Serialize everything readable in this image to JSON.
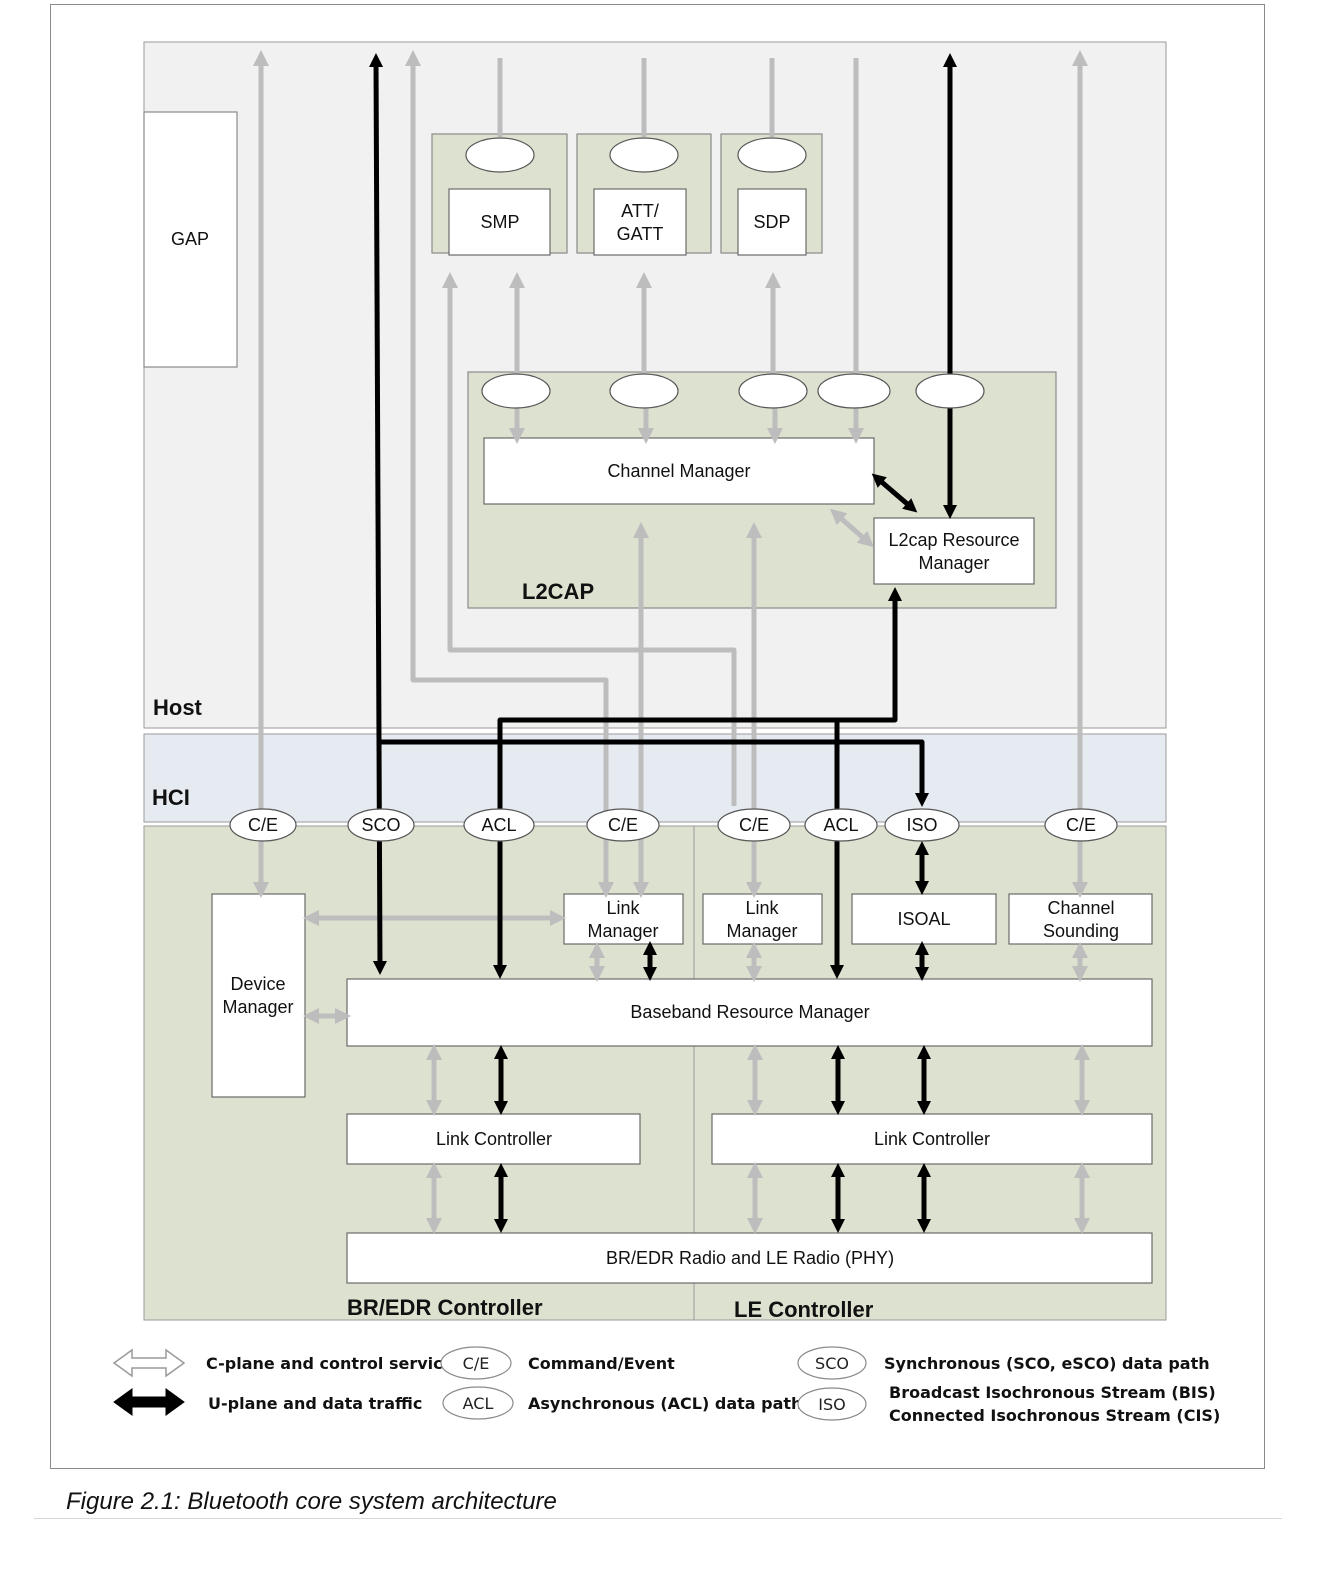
{
  "diagram": {
    "title": "Figure 2.1: Bluetooth core system architecture",
    "host": {
      "label": "Host",
      "gap": "GAP",
      "smp": "SMP",
      "att_gatt": [
        "ATT/",
        "GATT"
      ],
      "sdp": "SDP",
      "l2cap": {
        "label": "L2CAP",
        "channel_manager": "Channel Manager",
        "resource_manager": [
          "L2cap Resource",
          "Manager"
        ]
      }
    },
    "hci": {
      "label": "HCI",
      "ports": [
        "C/E",
        "SCO",
        "ACL",
        "C/E",
        "C/E",
        "ACL",
        "ISO",
        "C/E"
      ]
    },
    "controller": {
      "br_edr_label": "BR/EDR Controller",
      "le_label": "LE Controller",
      "device_manager": [
        "Device",
        "Manager"
      ],
      "br_link_manager": [
        "Link",
        "Manager"
      ],
      "le_link_manager": [
        "Link",
        "Manager"
      ],
      "isoal": "ISOAL",
      "channel_sounding": [
        "Channel",
        "Sounding"
      ],
      "baseband_resource_manager": "Baseband Resource Manager",
      "br_link_controller": "Link Controller",
      "le_link_controller": "Link Controller",
      "radio": "BR/EDR Radio and LE Radio (PHY)"
    },
    "legend": {
      "c_plane": "C-plane and control services",
      "u_plane": "U-plane and data traffic",
      "ce_tag": "C/E",
      "ce_desc": "Command/Event",
      "acl_tag": "ACL",
      "acl_desc": "Asynchronous (ACL) data path",
      "sco_tag": "SCO",
      "sco_desc": "Synchronous (SCO, eSCO) data path",
      "iso_tag": "ISO",
      "iso_desc": [
        "Broadcast Isochronous Stream (BIS)",
        "Connected Isochronous Stream (CIS)"
      ]
    },
    "colors": {
      "host_bg": "#f1f1f1",
      "hci_bg": "#e6ebf2",
      "controller_bg": "#dde2d0",
      "control_line": "#bdbdbd",
      "data_line": "#000000"
    }
  }
}
